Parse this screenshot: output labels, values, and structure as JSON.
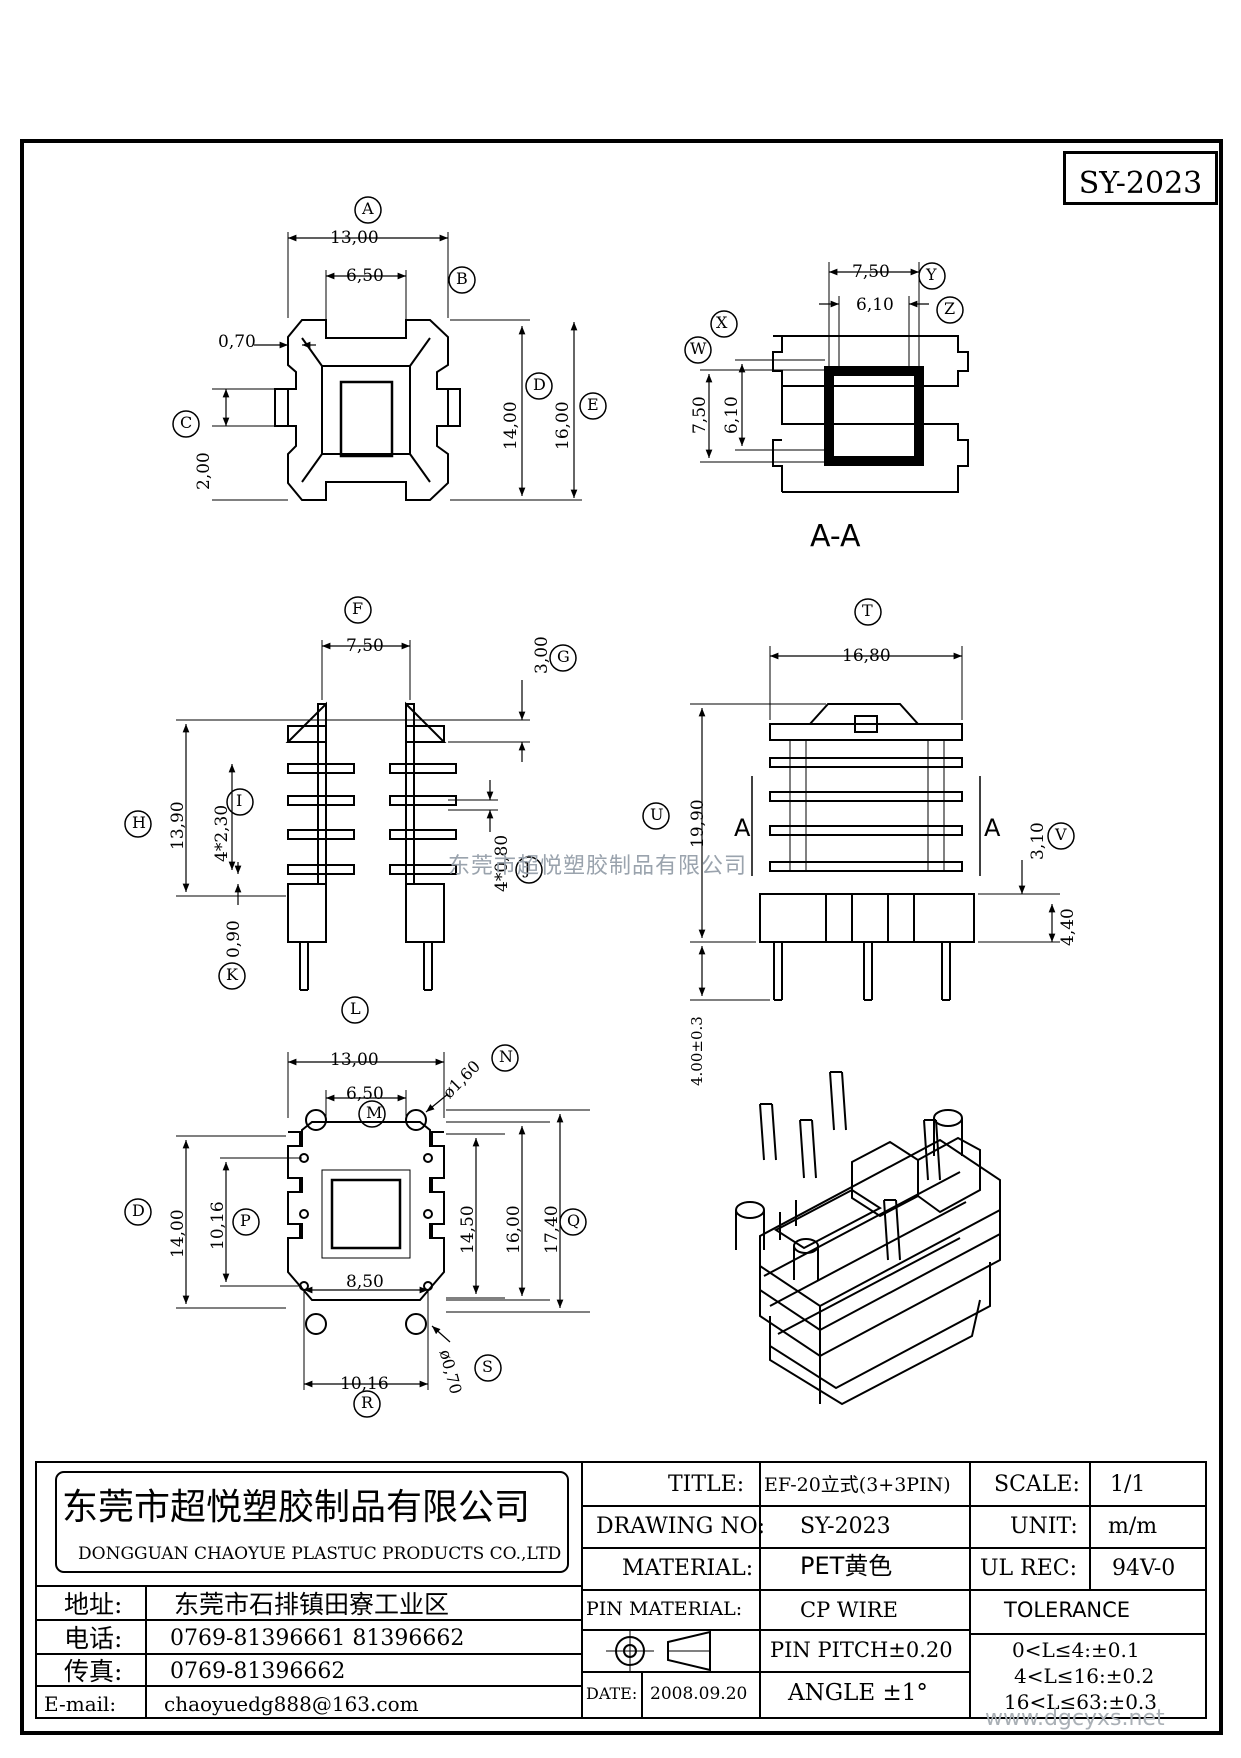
{
  "drawing_number": "SY-2023",
  "watermark": "东莞市超悦塑胶制品有限公司",
  "site_mark": "www.dgcyxs.net",
  "views": {
    "top": {
      "callouts": [
        "A",
        "B",
        "C",
        "D",
        "E"
      ],
      "dims": [
        "13,00",
        "6,50",
        "0,70",
        "2,00",
        "14,00",
        "16,00"
      ]
    },
    "section": {
      "callouts": [
        "X",
        "W",
        "Y",
        "Z"
      ],
      "dims": [
        "7,50",
        "6,10",
        "7,50",
        "6,10"
      ],
      "label": "A-A"
    },
    "front": {
      "callouts": [
        "F",
        "G",
        "H",
        "I",
        "J",
        "K",
        "L"
      ],
      "dims": [
        "7,50",
        "3,00",
        "13,90",
        "4*2,30",
        "4*0,80",
        "0,90"
      ]
    },
    "side": {
      "callouts": [
        "T",
        "U",
        "V"
      ],
      "dims": [
        "16,80",
        "19,90",
        "3,10",
        "4,40",
        "4.00±0.3"
      ],
      "section_marks": [
        "A",
        "A"
      ]
    },
    "bottom": {
      "callouts": [
        "N",
        "M",
        "D",
        "P",
        "Q",
        "R",
        "S"
      ],
      "dims": [
        "13,00",
        "6,50",
        "ø1,60",
        "14,00",
        "10,16",
        "14,50",
        "16,00",
        "17,40",
        "8,50",
        "10,16",
        "ø0,70"
      ]
    }
  },
  "title_block": {
    "company_cn": "东莞市超悦塑胶制品有限公司",
    "company_en": "DONGGUAN CHAOYUE PLASTUC PRODUCTS CO.,LTD",
    "address_label": "地址:",
    "address": "东莞市石排镇田寮工业区",
    "phone_label": "电话:",
    "phone": "0769-81396661   81396662",
    "fax_label": "传真:",
    "fax": "0769-81396662",
    "email_label": "E-mail:",
    "email": "chaoyuedg888@163.com",
    "title_label": "TITLE:",
    "title": "EF-20立式(3+3PIN)",
    "drawing_no_label": "DRAWING NO:",
    "drawing_no": "SY-2023",
    "material_label": "MATERIAL:",
    "material": "PET黄色",
    "pin_material_label": "PIN MATERIAL:",
    "pin_material": "CP WIRE",
    "pin_pitch": "PIN PITCH±0.20",
    "date_label": "DATE:",
    "date": "2008.09.20",
    "angle": "ANGLE  ±1°",
    "scale_label": "SCALE:",
    "scale": "1/1",
    "unit_label": "UNIT:",
    "unit": "m/m",
    "ul_label": "UL REC:",
    "ul": "94V-0",
    "tolerance_label": "TOLERANCE",
    "tolerances": [
      "0<L≤4:±0.1",
      "4<L≤16:±0.2",
      "16<L≤63:±0.3"
    ]
  }
}
